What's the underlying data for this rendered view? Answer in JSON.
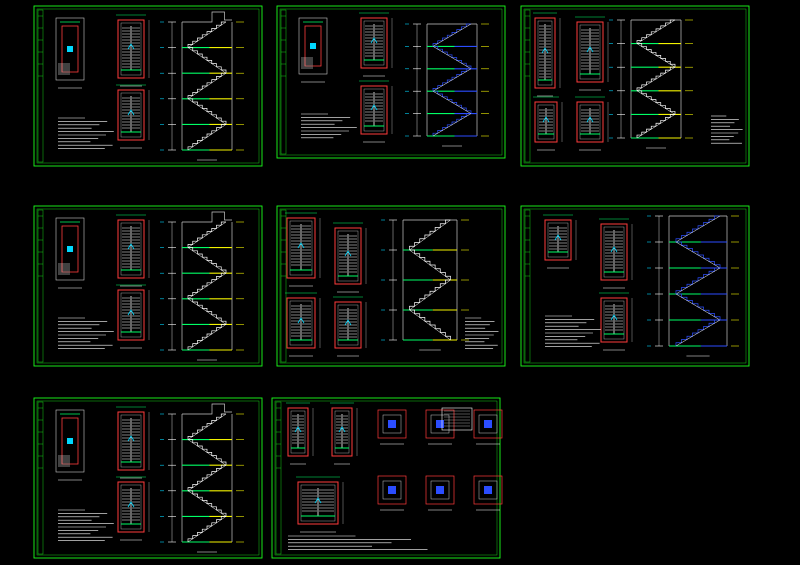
{
  "canvas": {
    "background": "#000000",
    "description_visible_text": ""
  },
  "colors": {
    "frame": "#1aff1a",
    "stair": "#ffffff",
    "wall": "#ff3b3b",
    "landing": "#00ff66",
    "accent_blue": "#2b4dff",
    "text": "#ffffff",
    "dim": "#c8c8c8",
    "cyan": "#00d8ff",
    "yellow": "#f4f400"
  },
  "sheets": [
    {
      "id": "sheet-1",
      "plans": "three-plans",
      "section": "section-with-roof"
    },
    {
      "id": "sheet-2",
      "plans": "three-plans",
      "section": "section-blue"
    },
    {
      "id": "sheet-3",
      "plans": "four-plans",
      "section": "section-tall"
    },
    {
      "id": "sheet-4",
      "plans": "three-plans",
      "section": "section-with-roof"
    },
    {
      "id": "sheet-5",
      "plans": "four-plans-wide",
      "section": "section-framed"
    },
    {
      "id": "sheet-6",
      "plans": "three-plans-side",
      "section": "section-double"
    },
    {
      "id": "sheet-7",
      "plans": "three-plans",
      "section": "section-with-roof"
    },
    {
      "id": "sheet-8",
      "plans": "details",
      "section": "none"
    }
  ]
}
